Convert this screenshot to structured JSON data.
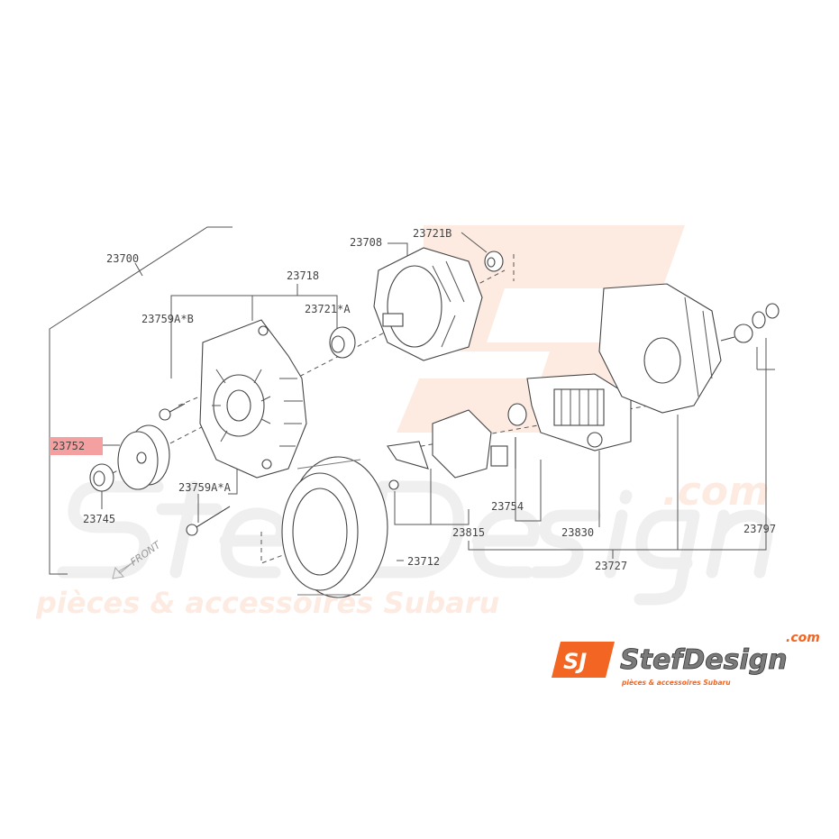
{
  "diagram": {
    "part_labels": {
      "assembly": "23700",
      "front_cover": "23718",
      "bolt_b": "23759A*B",
      "bearing_a": "23721*A",
      "rotor": "23708",
      "bearing_b": "23721B",
      "pulley": "23752",
      "nut": "23745",
      "bolt_a": "23759A*A",
      "stator": "23712",
      "brush_holder": "23815",
      "seal": "23754",
      "regulator": "23830",
      "rear_cover": "23727",
      "terminal_kit": "23797"
    },
    "highlighted_part": "23752",
    "highlight_color": "#f4a0a0",
    "direction_label": "FRONT"
  },
  "watermark": {
    "brand": "StefDesign",
    "domain": ".com",
    "tagline": "pièces & accessoires Subaru",
    "monogram": "SJ"
  },
  "logo": {
    "monogram": "SJ",
    "brand": "StefDesign",
    "domain": ".com",
    "tagline": "pièces & accessoires Subaru",
    "accent_color": "#f26522"
  }
}
